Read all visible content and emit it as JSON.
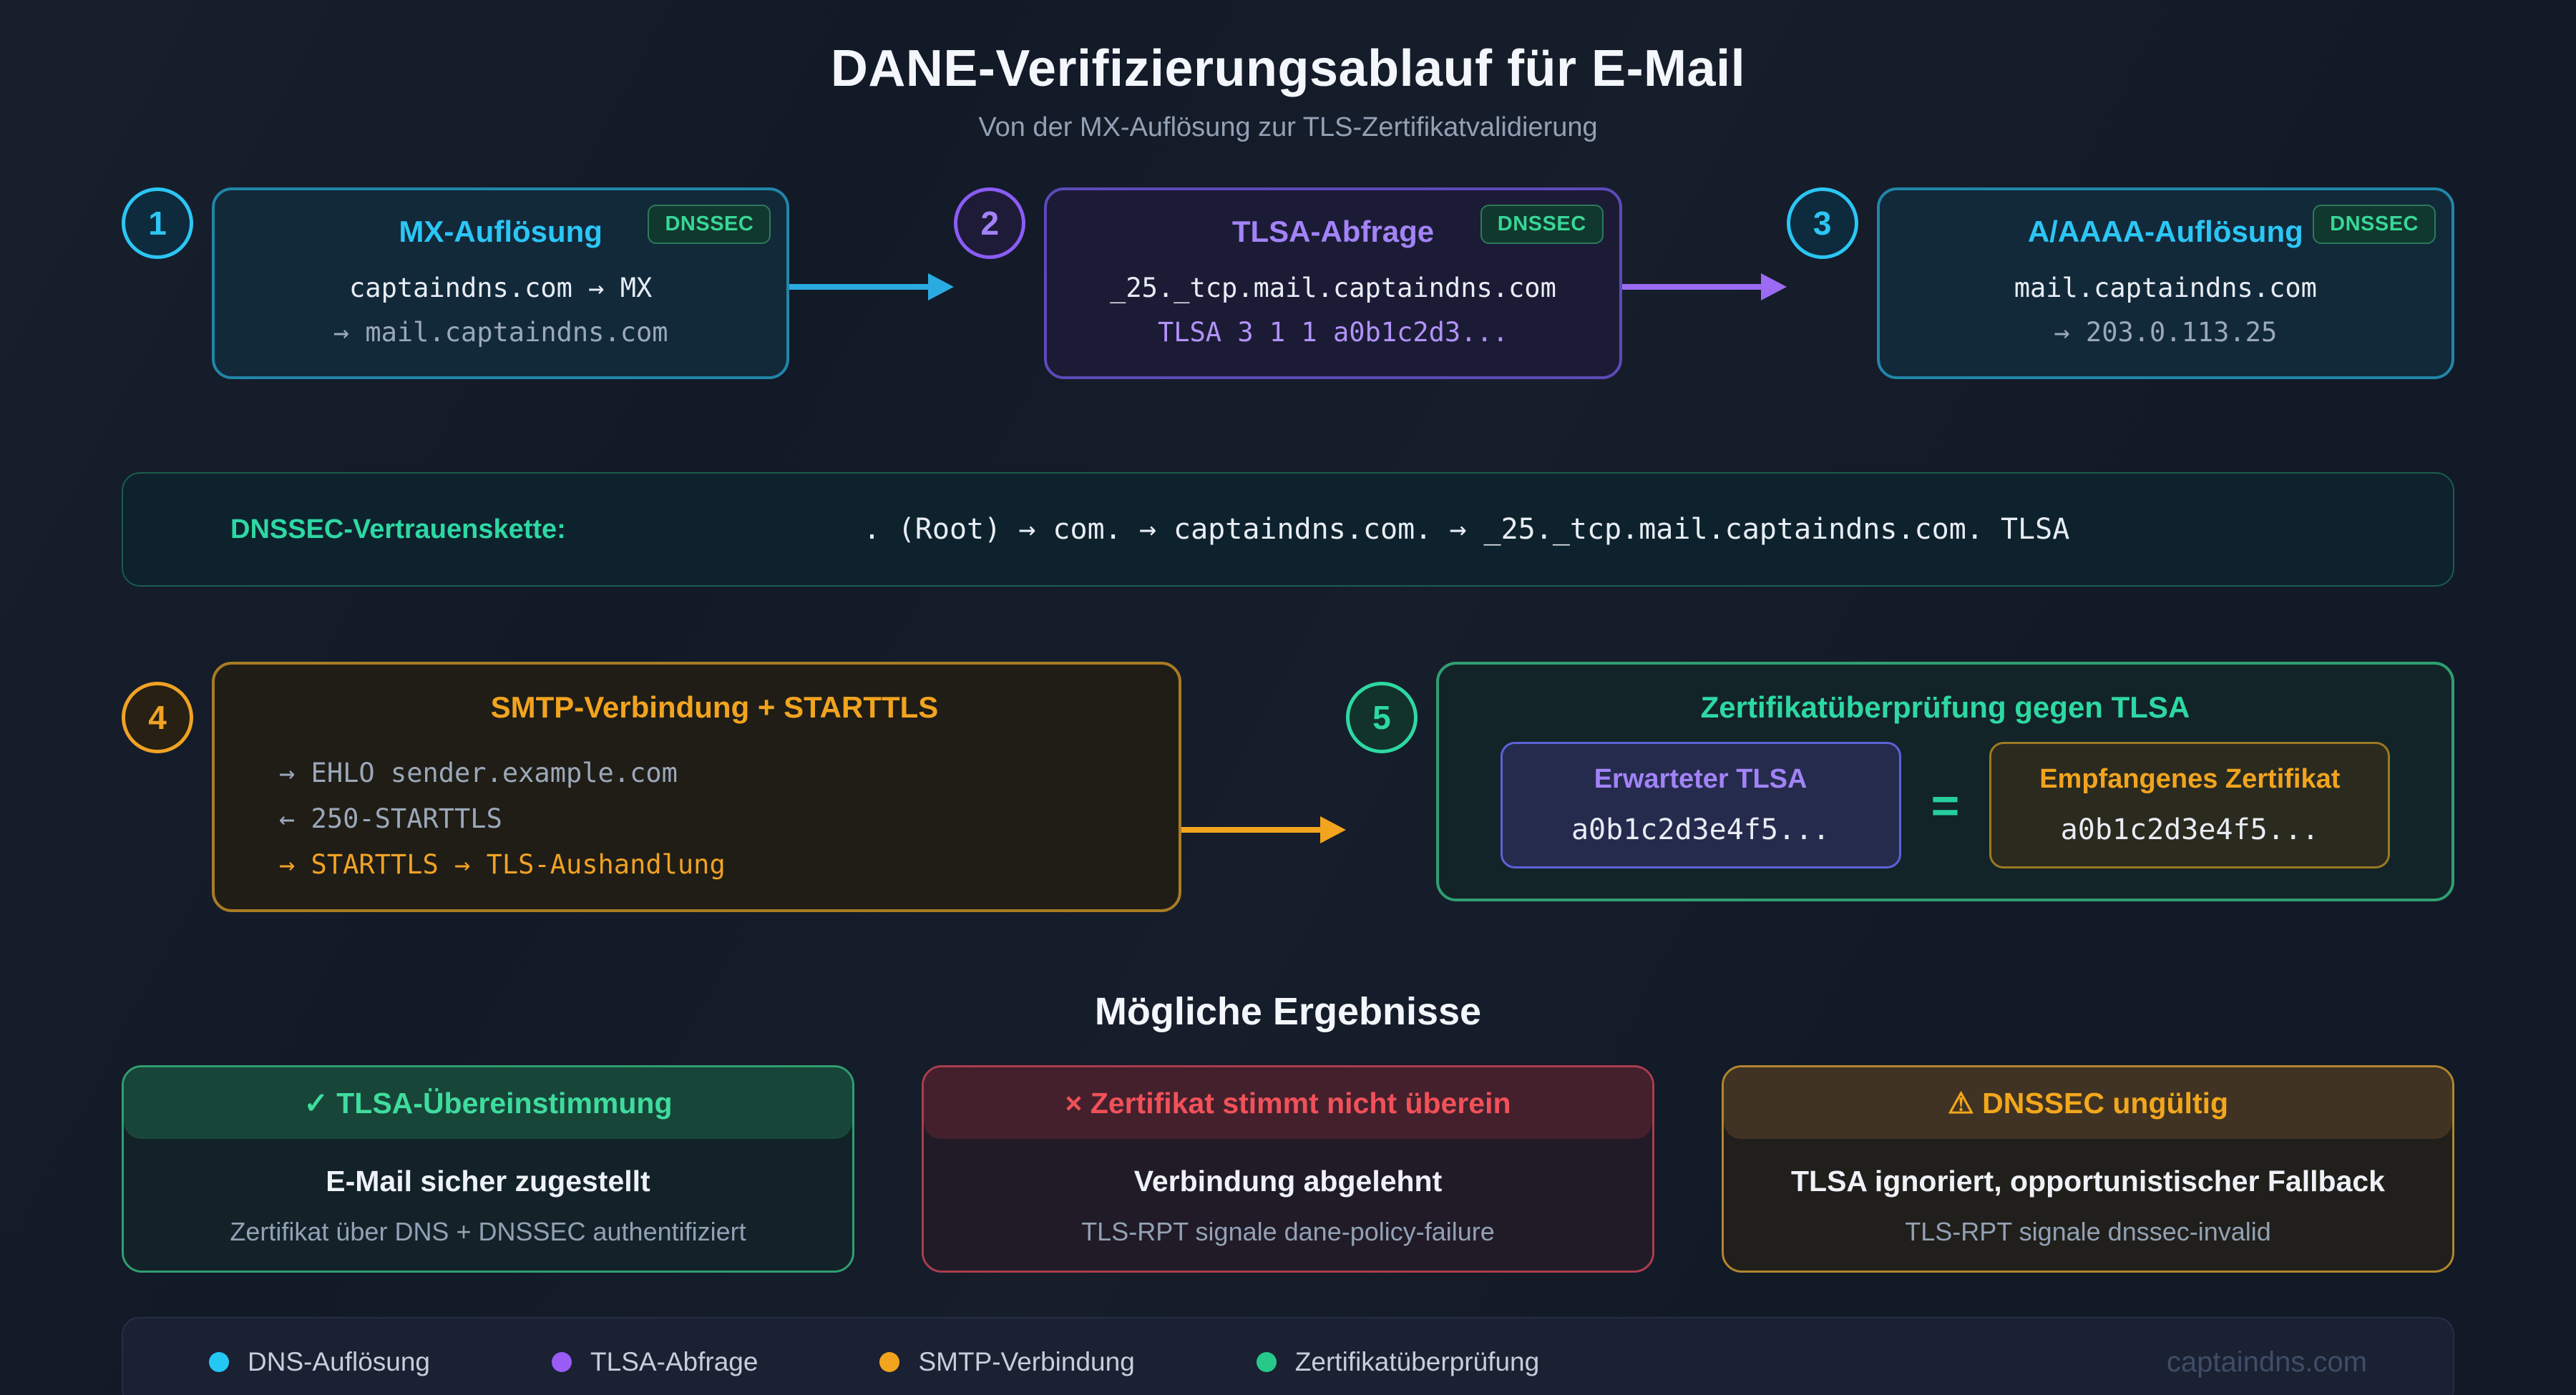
{
  "page": {
    "title": "DANE-Verifizierungsablauf für E-Mail",
    "subtitle": "Von der MX-Auflösung zur TLS-Zertifikatvalidierung"
  },
  "steps": [
    {
      "num": "1",
      "title": "MX-Auflösung",
      "badge": "DNSSEC",
      "line1": "captaindns.com → MX",
      "line2": "→ mail.captaindns.com"
    },
    {
      "num": "2",
      "title": "TLSA-Abfrage",
      "badge": "DNSSEC",
      "line1": "_25._tcp.mail.captaindns.com",
      "line2": "TLSA 3 1 1 a0b1c2d3..."
    },
    {
      "num": "3",
      "title": "A/AAAA-Auflösung",
      "badge": "DNSSEC",
      "line1": "mail.captaindns.com",
      "line2": "→ 203.0.113.25"
    }
  ],
  "chain": {
    "label": "DNSSEC-Vertrauenskette:",
    "value": ". (Root) → com. → captaindns.com. → _25._tcp.mail.captaindns.com. TLSA"
  },
  "step4": {
    "num": "4",
    "title": "SMTP-Verbindung + STARTTLS",
    "lines": [
      "→ EHLO sender.example.com",
      "← 250-STARTTLS",
      "→ STARTTLS → TLS-Aushandlung"
    ]
  },
  "step5": {
    "num": "5",
    "title": "Zertifikatüberprüfung gegen TLSA",
    "expected": {
      "label": "Erwarteter TLSA",
      "value": "a0b1c2d3e4f5..."
    },
    "equals": "=",
    "received": {
      "label": "Empfangenes Zertifikat",
      "value": "a0b1c2d3e4f5..."
    }
  },
  "results": {
    "heading": "Mögliche Ergebnisse",
    "items": [
      {
        "header": "✓ TLSA-Übereinstimmung",
        "line1": "E-Mail sicher zugestellt",
        "line2": "Zertifikat über DNS + DNSSEC authentifiziert"
      },
      {
        "header": "× Zertifikat stimmt nicht überein",
        "line1": "Verbindung abgelehnt",
        "line2": "TLS-RPT signale dane-policy-failure"
      },
      {
        "header": "⚠ DNSSEC ungültig",
        "line1": "TLSA ignoriert, opportunistischer Fallback",
        "line2": "TLS-RPT signale dnssec-invalid"
      }
    ]
  },
  "legend": {
    "items": [
      {
        "label": "DNS-Auflösung",
        "color": "#24c8f5"
      },
      {
        "label": "TLSA-Abfrage",
        "color": "#9b5cf6"
      },
      {
        "label": "SMTP-Verbindung",
        "color": "#f2a41f"
      },
      {
        "label": "Zertifikatüberprüfung",
        "color": "#27c98a"
      }
    ],
    "brand": "captaindns.com"
  },
  "colors": {
    "bg": "#121927",
    "accent-cyan": "#2bc6f5",
    "border-cyan": "#2186a8",
    "accent-purple": "#a283f7",
    "border-purple": "#5d4ab8",
    "accent-orange": "#f2a41f",
    "border-orange": "#a87c24",
    "accent-green": "#2ed8a3",
    "border-green": "#2f9f70",
    "accent-red": "#f0525a",
    "border-red": "#ab3d4d",
    "badge-text": "#37d796",
    "brand": "#3f4d66"
  }
}
